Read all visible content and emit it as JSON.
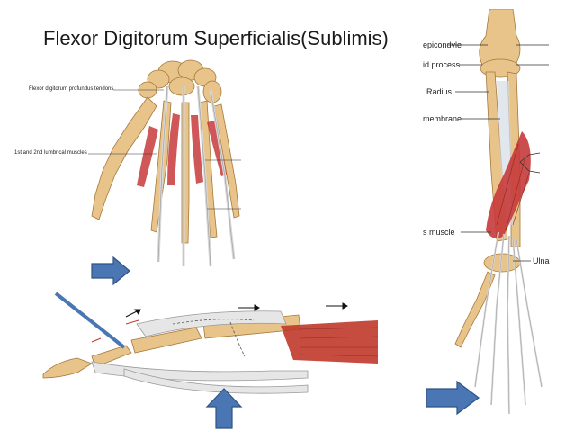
{
  "slide": {
    "title": "Flexor Digitorum Superficialis(Sublimis)"
  },
  "hand_panel": {
    "labels": {
      "profundus_tendons": "Flexor digitorum profundus tendons",
      "lumbrical_muscles": "1st and 2nd lumbrical muscles"
    }
  },
  "forearm_panel": {
    "labels": {
      "epicondyle": "epicondyle",
      "process": "id process",
      "radius": "Radius",
      "membrane": "membrane",
      "muscle": "s muscle",
      "ulna": "Ulna"
    }
  },
  "colors": {
    "pointer_arrow": "#4a77b4",
    "bone": "#e8c48a",
    "muscle": "#c73a3a",
    "tendon": "#dcdcdc"
  },
  "icons": [
    "arrow-right-icon",
    "arrow-up-icon",
    "diagonal-pointer-icon"
  ]
}
